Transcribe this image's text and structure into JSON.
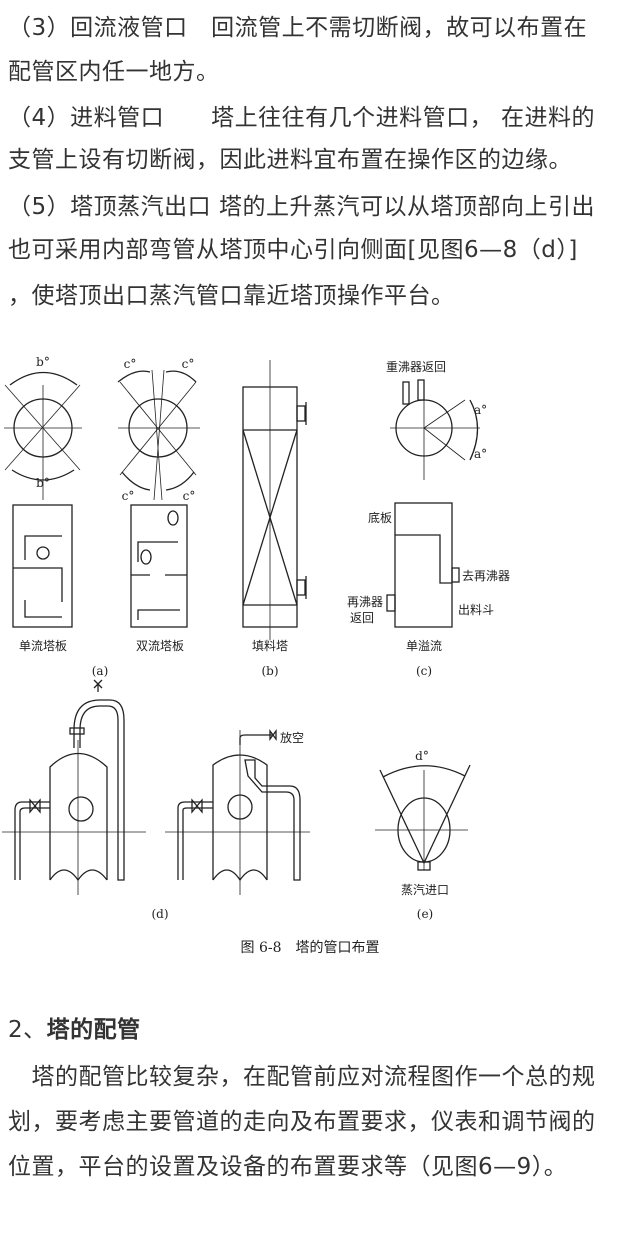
{
  "top_lines": [
    "（3）回流液管口　回流管上不需切断阀，故可以布置在",
    "配管区内任一地方。",
    "（4）进料管口　　塔上往往有几个进料管口， 在进料的",
    "支管上设有切断阀，因此进料宜布置在操作区的边缘。",
    "（5）塔顶蒸汽出口 塔的上升蒸汽可以从塔顶部向上引出",
    "也可采用内部弯管从塔顶中心引向侧面[见图6—8（d）]",
    "，使塔顶出口蒸汽管口靠近塔顶操作平台。"
  ],
  "figure": {
    "angle_b": "b°",
    "angle_c": "c°",
    "angle_a": "a°",
    "angle_d": "d°",
    "label_single_flow_tray": "单流塔板",
    "label_double_flow_tray": "双流塔板",
    "label_packed_tower": "填料塔",
    "label_reboiler_return_top": "重沸器返回",
    "label_bottom_plate": "底板",
    "label_to_reboiler": "去再沸器",
    "label_outlet_hopper": "出料斗",
    "label_reboiler": "再沸器",
    "label_return": "返回",
    "label_single_overflow": "单溢流",
    "label_vent": "放空",
    "label_steam_inlet": "蒸汽进口",
    "sub_a": "(a)",
    "sub_b": "(b)",
    "sub_c": "(c)",
    "sub_d": "(d)",
    "sub_e": "(e)",
    "caption": "图 6-8　塔的管口布置"
  },
  "section": {
    "heading_num": "2、",
    "heading": "塔的配管",
    "lines": [
      "　塔的配管比较复杂，在配管前应对流程图作一个总的规",
      "划，要考虑主要管道的走向及布置要求，仪表和调节阀的",
      "位置，平台的设置及设备的布置要求等（见图6—9）。"
    ]
  }
}
